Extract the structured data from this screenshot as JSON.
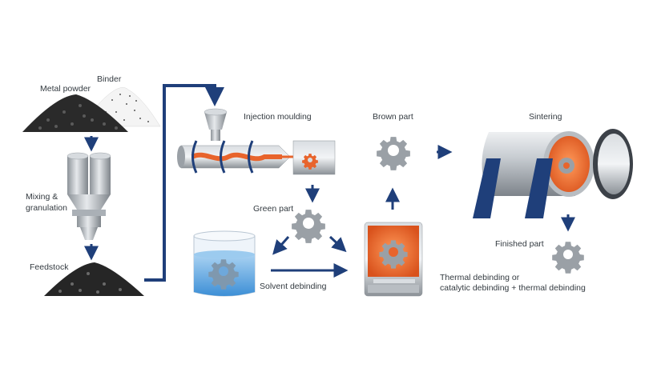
{
  "labels": {
    "metal_powder": "Metal powder",
    "binder": "Binder",
    "mixing_line1": "Mixing &",
    "mixing_line2": "granulation",
    "feedstock": "Feedstock",
    "injection_moulding": "Injection moulding",
    "green_part": "Green part",
    "solvent_debinding": "Solvent debinding",
    "brown_part": "Brown part",
    "thermal_line1": "Thermal debinding or",
    "thermal_line2": "catalytic debinding + thermal debinding",
    "sintering": "Sintering",
    "finished_part": "Finished part"
  },
  "colors": {
    "arrow": "#1f3f7a",
    "orange": "#e8642c",
    "gear": "#9aa0a6",
    "steel": "#b8bdc2",
    "navy_stand": "#1f3f7a",
    "water": "#3d8fd6",
    "powder_dark": "#222222",
    "text": "#333a40"
  }
}
